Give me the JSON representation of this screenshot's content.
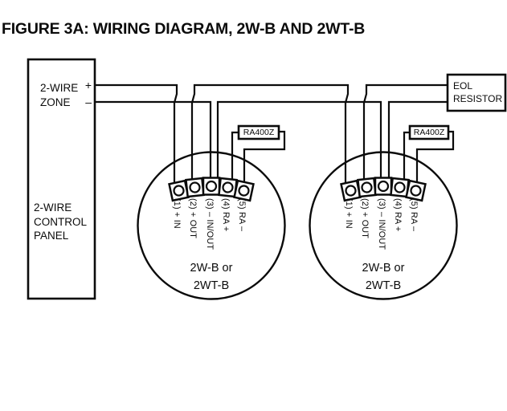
{
  "title": "FIGURE 3A: WIRING DIAGRAM, 2W-B AND 2WT-B",
  "control_panel": {
    "zone_line_1": {
      "label": "2-WIRE",
      "sign": "+"
    },
    "zone_line_2": {
      "label": "ZONE",
      "sign": "–"
    },
    "name_line_1": "2-WIRE",
    "name_line_2": "CONTROL",
    "name_line_3": "PANEL"
  },
  "eol_resistor": {
    "line_1": "EOL",
    "line_2": "RESISTOR"
  },
  "detectors": [
    {
      "module_label": "RA400Z",
      "name_line_1": "2W-B or",
      "name_line_2": "2WT-B",
      "terminals": [
        "(1) + IN",
        "(2) + OUT",
        "(3) – IN/OUT",
        "(4) RA +",
        "(5) RA –"
      ]
    },
    {
      "module_label": "RA400Z",
      "name_line_1": "2W-B or",
      "name_line_2": "2WT-B",
      "terminals": [
        "(1) + IN",
        "(2) + OUT",
        "(3) – IN/OUT",
        "(4) RA +",
        "(5) RA –"
      ]
    }
  ],
  "colors": {
    "ink": "#0b0b0b",
    "background": "#ffffff"
  }
}
